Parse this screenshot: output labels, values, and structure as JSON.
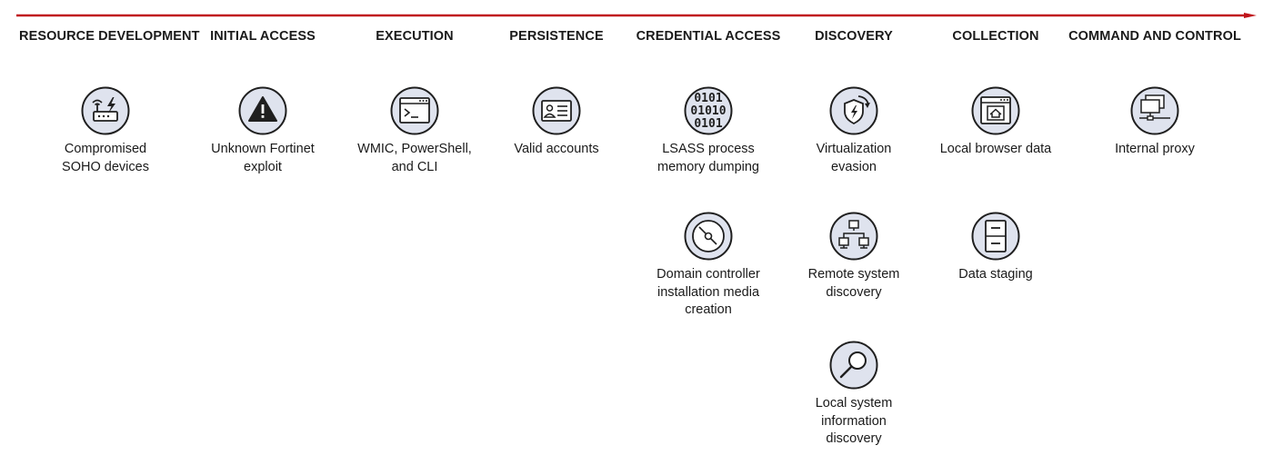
{
  "colors": {
    "timeline": "#c0141b",
    "icon_fill": "#dfe3ee",
    "icon_stroke": "#1f1f1f"
  },
  "tactics": [
    {
      "name": "RESOURCE DEVELOPMENT",
      "techniques": [
        {
          "label": "Compromised\nSOHO devices",
          "icon": "router-icon"
        }
      ]
    },
    {
      "name": "INITIAL ACCESS",
      "techniques": [
        {
          "label": "Unknown Fortinet\nexploit",
          "icon": "warning-icon"
        }
      ]
    },
    {
      "name": "EXECUTION",
      "techniques": [
        {
          "label": "WMIC, PowerShell,\nand CLI",
          "icon": "terminal-icon"
        }
      ]
    },
    {
      "name": "PERSISTENCE",
      "techniques": [
        {
          "label": "Valid accounts",
          "icon": "id-card-icon"
        }
      ]
    },
    {
      "name": "CREDENTIAL ACCESS",
      "techniques": [
        {
          "label": "LSASS process\nmemory dumping",
          "icon": "binary-icon"
        },
        {
          "label": "Domain controller\ninstallation media\ncreation",
          "icon": "disc-icon"
        }
      ]
    },
    {
      "name": "DISCOVERY",
      "techniques": [
        {
          "label": "Virtualization\nevasion",
          "icon": "shield-refresh-icon"
        },
        {
          "label": "Remote system\ndiscovery",
          "icon": "network-icon"
        },
        {
          "label": "Local system\ninformation\ndiscovery",
          "icon": "magnifier-icon"
        }
      ]
    },
    {
      "name": "COLLECTION",
      "techniques": [
        {
          "label": "Local browser data",
          "icon": "browser-home-icon"
        },
        {
          "label": "Data staging",
          "icon": "file-cabinet-icon"
        }
      ]
    },
    {
      "name": "COMMAND AND CONTROL",
      "techniques": [
        {
          "label": "Internal proxy",
          "icon": "proxy-icon"
        }
      ]
    }
  ]
}
